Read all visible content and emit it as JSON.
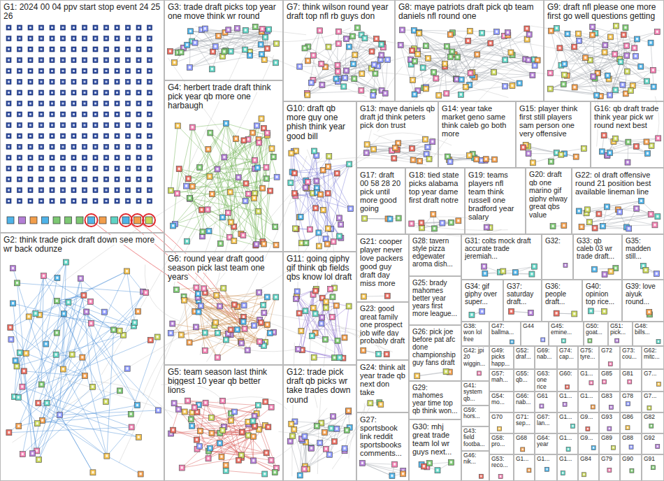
{
  "diagram": {
    "nodes": [
      {
        "text": [
          "G1: 2024 00 04 ppv start stop event 24 25 26"
        ]
      },
      {
        "text": [
          "G3: trade draft picks top year one move think wr round"
        ]
      },
      {
        "text": [
          "G7: think wilson round year draft top nfl rb guys don"
        ]
      },
      {
        "text": [
          "G8: maye patriots draft pick qb team daniels nfl round one"
        ]
      },
      {
        "text": [
          "G9: draft nfl please one more first go well questions getting"
        ]
      },
      {
        "text": [
          "G4: herbert trade draft think pick year qb more one harbaugh"
        ]
      },
      {
        "text": [
          "G10: draft qb more guy one phish think year good bill"
        ]
      },
      {
        "text": [
          "G13: maye daniels qb draft jd think peters pick don trust"
        ]
      },
      {
        "text": [
          "G14: year take market geno same think caleb go both more"
        ]
      },
      {
        "text": [
          "G15: player think first still players sam person one very offensive"
        ]
      },
      {
        "text": [
          "G16: qb draft trade think year pick wr round next best"
        ]
      },
      {
        "text": [
          "G17: draft 00 58 28 20 pick until more good going"
        ]
      },
      {
        "text": [
          "G18: tied state picks alabama top year dame first draft notre"
        ]
      },
      {
        "text": [
          "G19: teams players nfl team think russell one bradford year salary"
        ]
      },
      {
        "text": [
          "G20: draft qb one marino gif giphy elway great qbs value"
        ]
      },
      {
        "text": [
          "G22: ol draft offensive round 21 position best available lineman line"
        ]
      },
      {
        "text": [
          "G2: think trade pick draft down see more wr back odunze"
        ]
      },
      {
        "text": [
          "G21: cooper player never love packers good guy draft day miss more"
        ]
      },
      {
        "text": [
          "G28: tavern style pizza edgewater aroma dish..."
        ]
      },
      {
        "text": [
          "G31: colts mock draft accurate trade jeremiah..."
        ]
      },
      {
        "text": [
          "G32:"
        ]
      },
      {
        "text": [
          "G33: qb caleb 03 wr trade draft..."
        ]
      },
      {
        "text": [
          "G35: madden still..."
        ]
      },
      {
        "text": [
          "G6: round year draft good season pick last team one years"
        ]
      },
      {
        "text": [
          "G11: going giphy gif think qb fields qbs know lol draft"
        ]
      },
      {
        "text": [
          "G25: brady mahomes better year years first more league..."
        ]
      },
      {
        "text": [
          "G34: gif giphy over super..."
        ]
      },
      {
        "text": [
          "G37: saturday draft..."
        ]
      },
      {
        "text": [
          "G36: people draft..."
        ]
      },
      {
        "text": [
          "G40: opinion top rice..."
        ]
      },
      {
        "text": [
          "G39: love aiyuk round..."
        ]
      },
      {
        "text": [
          "G23: good great family one prospect job wife day probably draft"
        ]
      },
      {
        "text": [
          "G38: won lol free"
        ]
      },
      {
        "text": [
          "G47: ballma..."
        ]
      },
      {
        "text": [
          "G44"
        ]
      },
      {
        "text": [
          "G45: emine..."
        ]
      },
      {
        "text": [
          "G50: goat..."
        ]
      },
      {
        "text": [
          "G51: pick..."
        ]
      },
      {
        "text": [
          "G48: bills..."
        ]
      },
      {
        "text": [
          "G26: pick joe before pat afc done championship guy fans draft"
        ]
      },
      {
        "text": [
          "G42: jpi 20 wiggin..."
        ]
      },
      {
        "text": [
          "G49: picks happ..."
        ]
      },
      {
        "text": [
          "G52: draf..."
        ]
      },
      {
        "text": [
          "G69: nab..."
        ]
      },
      {
        "text": [
          "G74: cap..."
        ]
      },
      {
        "text": [
          "G75: tyre..."
        ]
      },
      {
        "text": [
          "G72"
        ]
      },
      {
        "text": [
          "G73: cou..."
        ]
      },
      {
        "text": [
          "G62: mitc..."
        ]
      },
      {
        "text": [
          "G24: think alt year trade qb next don take"
        ]
      },
      {
        "text": [
          "G5: team season last think biggest 10 year qb better lions"
        ]
      },
      {
        "text": [
          "G12: trade pick draft qb picks wr take trades down round"
        ]
      },
      {
        "text": [
          "G57: mah..."
        ]
      },
      {
        "text": [
          "G55: qb..."
        ]
      },
      {
        "text": [
          "G63: one rice"
        ]
      },
      {
        "text": [
          "G60:"
        ]
      },
      {
        "text": [
          "G1..."
        ]
      },
      {
        "text": [
          "G85"
        ]
      },
      {
        "text": [
          "G81"
        ]
      },
      {
        "text": [
          "G7..."
        ]
      },
      {
        "text": [
          "G29: mahomes year time top qb think won..."
        ]
      },
      {
        "text": [
          "G41: system qb..."
        ]
      },
      {
        "text": [
          "G54: mo..."
        ]
      },
      {
        "text": [
          "G66: nab..."
        ]
      },
      {
        "text": [
          "G61"
        ]
      },
      {
        "text": [
          "G1..."
        ]
      },
      {
        "text": [
          "G1..."
        ]
      },
      {
        "text": [
          "G83"
        ]
      },
      {
        "text": [
          "G78"
        ]
      },
      {
        "text": [
          "G7..."
        ]
      },
      {
        "text": [
          "G59: hors..."
        ]
      },
      {
        "text": [
          "G27: sportsbook link reddit sportsbooks comments..."
        ]
      },
      {
        "text": [
          "G70"
        ]
      },
      {
        "text": [
          "G71: sep..."
        ]
      },
      {
        "text": [
          "G67: lan..."
        ]
      },
      {
        "text": [
          "G1..."
        ]
      },
      {
        "text": [
          "G9..."
        ]
      },
      {
        "text": [
          "G93"
        ]
      },
      {
        "text": [
          "G86"
        ]
      },
      {
        "text": [
          "G82"
        ]
      },
      {
        "text": [
          "G30: mhj great trade team lol wr guys next..."
        ]
      },
      {
        "text": [
          "G43: field footba..."
        ]
      },
      {
        "text": [
          "G58: pro..."
        ]
      },
      {
        "text": [
          "G68"
        ]
      },
      {
        "text": [
          "G64: year"
        ]
      },
      {
        "text": [
          "G1..."
        ]
      },
      {
        "text": [
          "G9..."
        ]
      },
      {
        "text": [
          "G89"
        ]
      },
      {
        "text": [
          "G88"
        ]
      },
      {
        "text": [
          "G92"
        ]
      },
      {
        "text": [
          "G46: nik..."
        ]
      },
      {
        "text": [
          "G53: reco..."
        ]
      },
      {
        "text": [
          "G1..."
        ]
      },
      {
        "text": [
          "G1..."
        ]
      },
      {
        "text": [
          "G1..."
        ]
      },
      {
        "text": [
          "G84"
        ]
      },
      {
        "text": [
          "G79"
        ]
      },
      {
        "text": [
          "G90"
        ]
      },
      {
        "text": [
          "G91"
        ]
      }
    ]
  }
}
